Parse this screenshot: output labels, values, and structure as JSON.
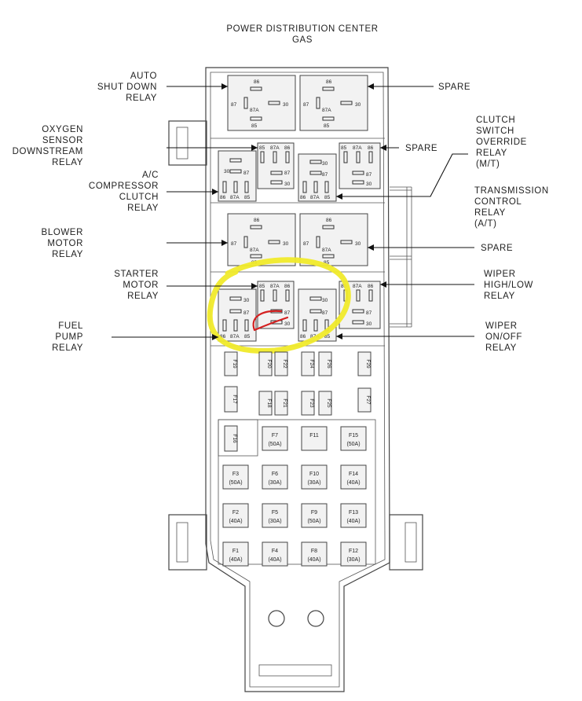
{
  "title": {
    "line1": "POWER DISTRIBUTION CENTER",
    "line2": "GAS"
  },
  "labels": {
    "auto_shut_down": [
      "AUTO",
      "SHUT DOWN",
      "RELAY"
    ],
    "oxygen_sensor": [
      "OXYGEN",
      "SENSOR",
      "DOWNSTREAM",
      "RELAY"
    ],
    "ac_compressor": [
      "A/C",
      "COMPRESSOR",
      "CLUTCH",
      "RELAY"
    ],
    "blower_motor": [
      "BLOWER",
      "MOTOR",
      "RELAY"
    ],
    "starter_motor": [
      "STARTER",
      "MOTOR",
      "RELAY"
    ],
    "fuel_pump": [
      "FUEL",
      "PUMP",
      "RELAY"
    ],
    "spare_top": "SPARE",
    "spare_mid": "SPARE",
    "spare_lower": "SPARE",
    "clutch_switch": [
      "CLUTCH",
      "SWITCH",
      "OVERRIDE",
      "RELAY",
      "(M/T)"
    ],
    "transmission_control": [
      "TRANSMISSION",
      "CONTROL",
      "RELAY",
      "(A/T)"
    ],
    "wiper_high_low": [
      "WIPER",
      "HIGH/LOW",
      "RELAY"
    ],
    "wiper_on_off": [
      "WIPER",
      "ON/OFF",
      "RELAY"
    ]
  },
  "pins": {
    "p85": "85",
    "p86": "86",
    "p87": "87",
    "p87a": "87A",
    "p30": "30"
  },
  "small_fuses": {
    "f19": "F19",
    "f20": "F20",
    "f22": "F22",
    "f24": "F24",
    "f26": "F26",
    "f29": "F29",
    "f17": "F17",
    "f18": "F18",
    "f21": "F21",
    "f23": "F23",
    "f25": "F25",
    "f27": "F27",
    "f16": "F16"
  },
  "maxi_fuses": [
    {
      "name": "F7",
      "rating": "(50A)"
    },
    {
      "name": "F11",
      "rating": ""
    },
    {
      "name": "F15",
      "rating": "(50A)"
    },
    {
      "name": "F3",
      "rating": "(50A)"
    },
    {
      "name": "F6",
      "rating": "(30A)"
    },
    {
      "name": "F10",
      "rating": "(30A)"
    },
    {
      "name": "F14",
      "rating": "(40A)"
    },
    {
      "name": "F2",
      "rating": "(40A)"
    },
    {
      "name": "F5",
      "rating": "(30A)"
    },
    {
      "name": "F9",
      "rating": "(50A)"
    },
    {
      "name": "F13",
      "rating": "(40A)"
    },
    {
      "name": "F1",
      "rating": "(40A)"
    },
    {
      "name": "F4",
      "rating": "(40A)"
    },
    {
      "name": "F8",
      "rating": "(40A)"
    },
    {
      "name": "F12",
      "rating": "(30A)"
    }
  ],
  "colors": {
    "highlight": "#f0ea2a",
    "annotation": "#d42020",
    "line": "#444444"
  }
}
